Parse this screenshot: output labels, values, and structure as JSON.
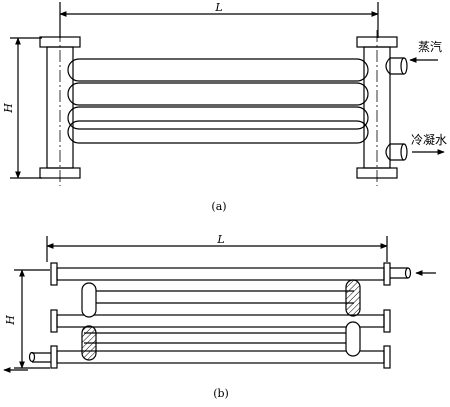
{
  "diagram_a": {
    "dim_length": "L",
    "dim_height": "H",
    "label_steam": "蒸汽",
    "label_condensate": "冷凝水",
    "caption": "(a)"
  },
  "diagram_b": {
    "dim_length": "L",
    "dim_height": "H",
    "caption": "(b)"
  },
  "colors": {
    "line": "#000000",
    "background": "#ffffff"
  }
}
